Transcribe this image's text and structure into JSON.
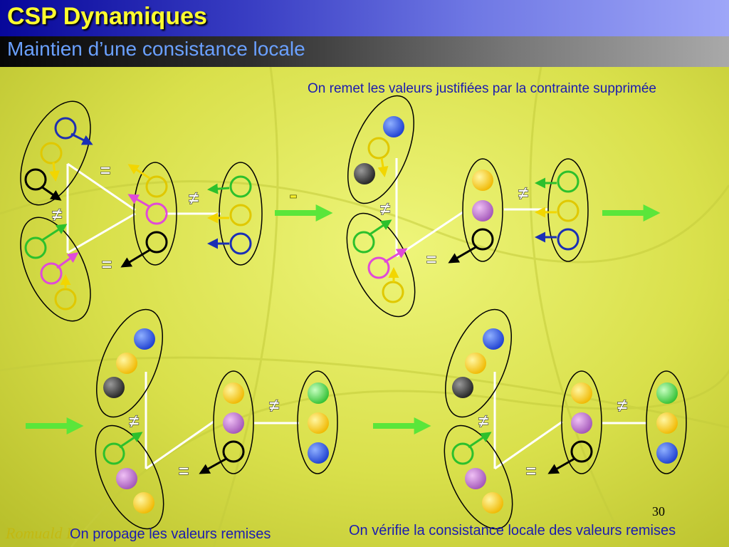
{
  "header": {
    "title": "CSP Dynamiques",
    "subtitle": "Maintien d’une consistance locale"
  },
  "captions": {
    "step1": "On remet les valeurs justifiées par la contrainte supprimée",
    "step2": "On propage les valeurs remises",
    "step3": "On vérifie la consistance locale des valeurs remises"
  },
  "symbols": {
    "eq": "=",
    "neq": "≠",
    "minus": "-"
  },
  "page_number": "30",
  "watermark": "Romuald D",
  "colors": {
    "blue": "#2a56e0",
    "yellow": "#ffd21a",
    "black": "#333333",
    "green": "#55e055",
    "pink": "#e56ae0",
    "violet": "#b873c9",
    "arrow_green": "#5ae63a",
    "text_blue": "#1b1bb0"
  }
}
